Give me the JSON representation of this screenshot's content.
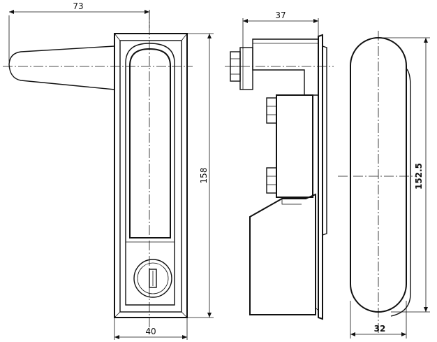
{
  "dimensions": {
    "front_width_total": "73",
    "front_height": "158",
    "front_base_width": "40",
    "side_depth": "37",
    "back_height": "152.5",
    "back_width": "32"
  }
}
